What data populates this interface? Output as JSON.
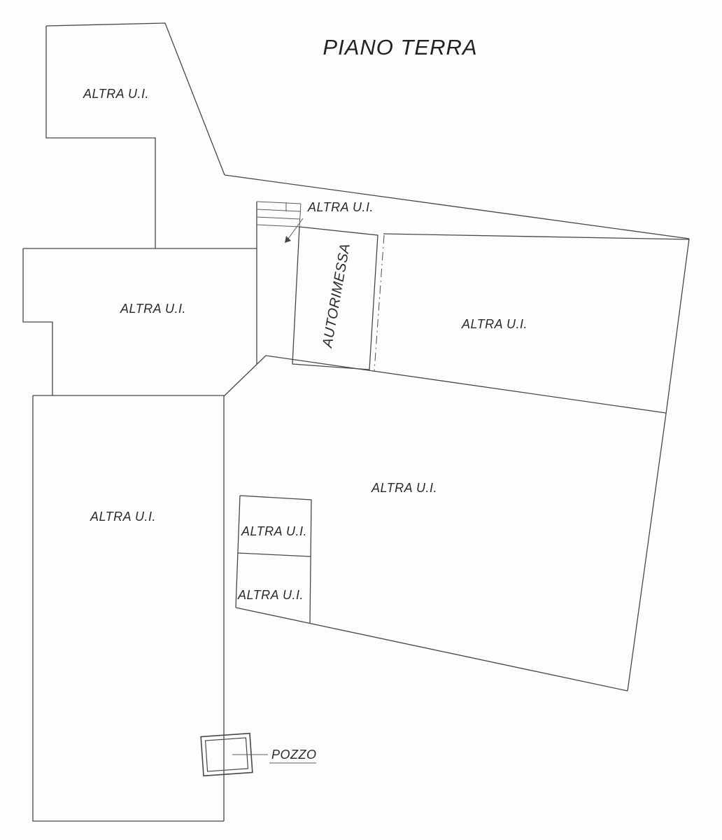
{
  "title": "PIANO TERRA",
  "labels": {
    "altra_top_left": "ALTRA U.I.",
    "altra_left": "ALTRA U.I.",
    "altra_top_strip": "ALTRA U.I.",
    "altra_right": "ALTRA U.I.",
    "altra_central": "ALTRA U.I.",
    "altra_bottom_left": "ALTRA U.I.",
    "altra_small_upper": "ALTRA U.I.",
    "altra_small_lower": "ALTRA U.I.",
    "autorimessa": "AUTORIMESSA",
    "pozzo": "POZZO"
  },
  "colors": {
    "background": "#fdfdfd",
    "line": "#474747",
    "text": "#2b2b2b"
  }
}
